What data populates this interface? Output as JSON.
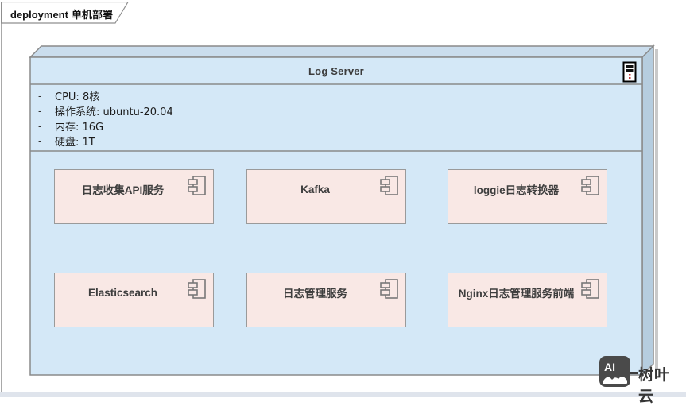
{
  "frame": {
    "label_keyword": "deployment",
    "label_title": "单机部署"
  },
  "node": {
    "title": "Log Server",
    "properties": [
      {
        "bullet": "-",
        "text": "CPU: 8核"
      },
      {
        "bullet": "-",
        "text": "操作系统: ubuntu-20.04"
      },
      {
        "bullet": "-",
        "text": "内存: 16G"
      },
      {
        "bullet": "-",
        "text": "硬盘: 1T"
      }
    ],
    "components": [
      {
        "label": "日志收集API服务"
      },
      {
        "label": "Kafka"
      },
      {
        "label": "loggie日志转换器"
      },
      {
        "label": "Elasticsearch"
      },
      {
        "label": "日志管理服务"
      },
      {
        "label": "Nginx日志管理服务前端"
      }
    ]
  },
  "watermark": {
    "icon_text": "AI",
    "label": "树叶云"
  },
  "colors": {
    "node_front": "#d4e8f7",
    "node_top": "#cadded",
    "node_side": "#b6cddf",
    "node_border": "#8a8a8a",
    "component_fill": "#f9e8e5",
    "component_border": "#9a9a9a",
    "frame_border": "#a9a9a9",
    "shadow": "#c9c9c9"
  }
}
